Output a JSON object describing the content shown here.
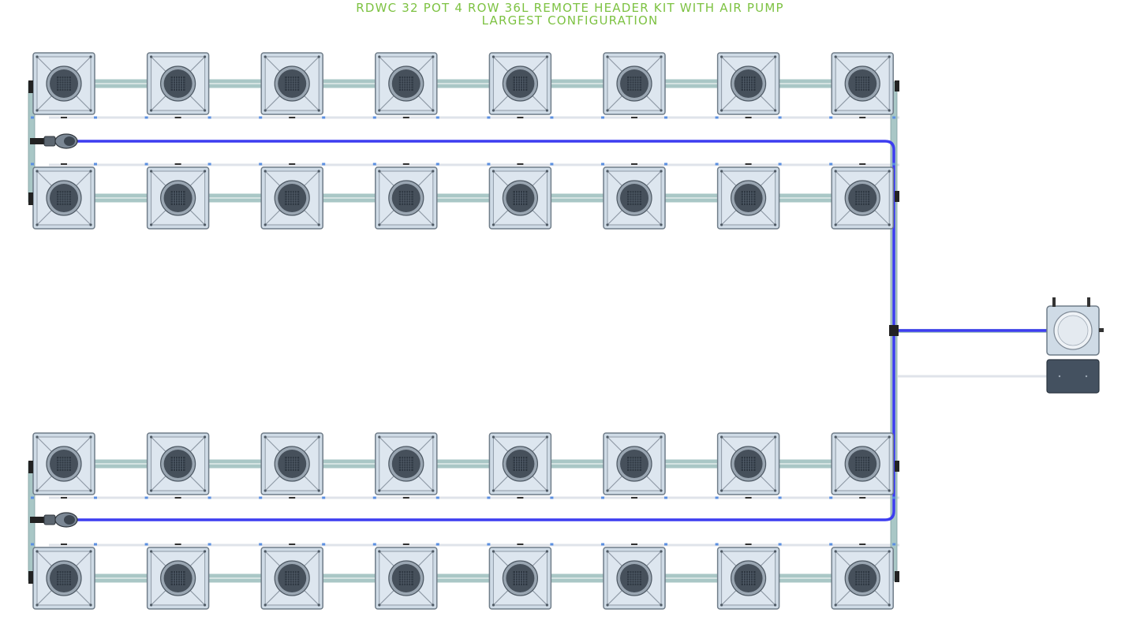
{
  "title": {
    "line1": "RDWC 32 POT 4 ROW 36L REMOTE HEADER KIT WITH AIR PUMP",
    "line2": "LARGEST CONFIGURATION"
  },
  "colors": {
    "title": "#7dc242",
    "air_line": "#3d3df0",
    "pot_fill": "#cfdbe6",
    "pot_edge": "#6f7c88",
    "pipe": "#a9c7c6",
    "return_line": "#dfe3ea",
    "connector": "#5b8fe0",
    "lid": "#3c4650"
  },
  "layout": {
    "rows": 4,
    "pots_per_row": 8,
    "total_pots": 32
  }
}
